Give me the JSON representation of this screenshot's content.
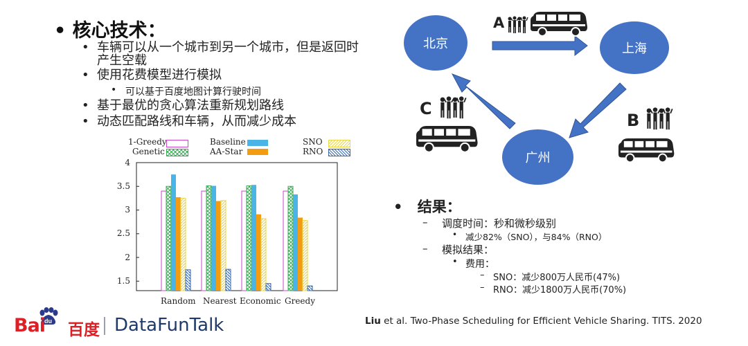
{
  "title": {
    "bullet": "•",
    "text": "核心技术："
  },
  "points": [
    {
      "text": "车辆可以从一个城市到另一个城市，但是返回时",
      "cont": "产生空载"
    },
    {
      "text": "使用花费模型进行模拟"
    },
    {
      "text": "可以基于百度地图计算行驶时间",
      "sub": true
    },
    {
      "text": "基于最优的贪心算法重新规划路线"
    },
    {
      "text": "动态匹配路线和车辆，从而减少成本"
    }
  ],
  "chart_data": {
    "type": "bar",
    "categories": [
      "Random",
      "Nearest",
      "Economic",
      "Greedy"
    ],
    "series": [
      {
        "name": "1-Greedy",
        "values": [
          3.4,
          3.4,
          3.4,
          3.4
        ],
        "color": "#cc44cc"
      },
      {
        "name": "Genetic",
        "values": [
          3.5,
          3.51,
          3.51,
          3.5
        ],
        "color": "#3aaa55"
      },
      {
        "name": "Baseline",
        "values": [
          3.75,
          3.51,
          3.53,
          3.33
        ],
        "color": "#4ab4e6"
      },
      {
        "name": "AA-Star",
        "values": [
          3.27,
          3.19,
          2.91,
          2.84
        ],
        "color": "#f39c12"
      },
      {
        "name": "SNO",
        "values": [
          3.25,
          3.2,
          2.82,
          2.78
        ],
        "color": "#e8d84a"
      },
      {
        "name": "RNO",
        "values": [
          1.74,
          1.75,
          1.45,
          1.4
        ],
        "color": "#3a6aa8"
      }
    ],
    "ylim": [
      1.3,
      4
    ],
    "yticks": [
      "4",
      "3.5",
      "3",
      "2.5",
      "2",
      "1.5"
    ]
  },
  "map": {
    "cities": {
      "beijing": "北京",
      "shanghai": "上海",
      "guangzhou": "广州"
    },
    "routes": {
      "a": "A",
      "b": "B",
      "c": "C"
    },
    "arrow_color": "#4472c4"
  },
  "results": {
    "bullet": "•",
    "heading": "结果：",
    "items": [
      {
        "marker": "–",
        "text": "调度时间：秒和微秒级别"
      },
      {
        "marker": "•",
        "text": "减少82%（SNO），与84%（RNO）"
      },
      {
        "marker": "–",
        "text": "模拟结果："
      },
      {
        "marker": "•",
        "text": "费用："
      },
      {
        "marker": "–",
        "text": "SNO：减少800万人民币(47%)"
      },
      {
        "marker": "–",
        "text": "RNO：减少1800万人民币(70%)"
      }
    ]
  },
  "footer": {
    "logo_bai": "Bai",
    "logo_cn": "百度",
    "brand": "DataFunTalk",
    "citation_author": "Liu",
    "citation_rest": " et al. Two-Phase Scheduling for Efficient Vehicle Sharing. TITS. 2020"
  },
  "colors": {
    "baidu_red": "#de1f26",
    "baidu_blue": "#2b3a8a"
  }
}
